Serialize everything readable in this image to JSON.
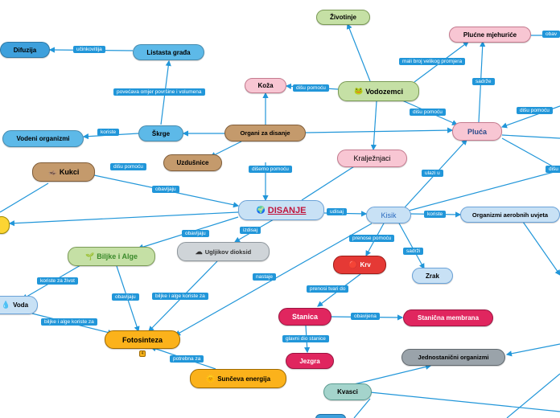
{
  "nodes": {
    "disanje": {
      "label": "DISANJE",
      "icon": "globe-icon"
    },
    "organi": {
      "label": "Organi za disanje"
    },
    "uzdusnice": {
      "label": "Uzdušnice"
    },
    "kukci": {
      "label": "Kukci",
      "icon": "insect-icon"
    },
    "skrge": {
      "label": "Škrge"
    },
    "vodeni": {
      "label": "Vodeni organizmi"
    },
    "listasta": {
      "label": "Listasta građa"
    },
    "difuzija": {
      "label": "Difuzija"
    },
    "koza": {
      "label": "Koža"
    },
    "vodozemci": {
      "label": "Vodozemci",
      "icon": "frog-icon"
    },
    "zivotinje": {
      "label": "Životinje"
    },
    "pluca": {
      "label": "Pluća"
    },
    "plucni": {
      "label": "Plućne mjehuriće"
    },
    "kraljeznjaci": {
      "label": "Kralježnjaci"
    },
    "kisik": {
      "label": "Kisik"
    },
    "aerobni": {
      "label": "Organizmi aerobnih uvjeta"
    },
    "zrak": {
      "label": "Zrak"
    },
    "krv": {
      "label": "Krv",
      "icon": "blood-drop-icon"
    },
    "stanica": {
      "label": "Stanica"
    },
    "membrana": {
      "label": "Stanična membrana"
    },
    "jezgra": {
      "label": "Jezgra"
    },
    "ugljikov": {
      "label": "Ugljikov dioksid",
      "icon": "cloud-icon"
    },
    "biljke": {
      "label": "Biljke i Alge",
      "icon": "plant-icon"
    },
    "voda": {
      "label": "Voda",
      "icon": "water-drop-icon"
    },
    "fotosinteza": {
      "label": "Fotosinteza",
      "badge": "4"
    },
    "suncevo": {
      "label": "Sunčeva energija",
      "icon": "sun-icon"
    },
    "jednostanicni": {
      "label": "Jednostanični organizmi"
    },
    "kvasci": {
      "label": "Kvasci"
    }
  },
  "edge_labels": {
    "ucinkovitija": "učinkovitija",
    "povecava": "povećava omjer površine i volumena",
    "koriste": "koriste",
    "disu_koza": "dišu pomoću",
    "mali_broj": "mali broj velikog promjera",
    "sadrze_pluca": "sadrže",
    "obav_right": "obav",
    "disu_vodozemci": "dišu pomoću",
    "disu_right": "dišu pomoću",
    "disu_right2": "dišu",
    "disu_kukci": "dišu pomoću",
    "disemo": "dišemo pomoću",
    "obavljaju_kukci": "obavljaju",
    "ulazi": "ulazi u",
    "udisaj": "udisaj",
    "koriste_aerobni": "koriste",
    "prenose": "prenose pomoću",
    "sadrzi": "sadrži",
    "izdisaj": "izdisaj",
    "obavljaju_biljke": "obavljaju",
    "koriste_zivot": "koriste za život",
    "obavljaju_foto": "obavljaju",
    "biljke_koriste": "biljke i alge koriste za",
    "nastaje": "nastaje",
    "biljke_koriste2": "biljke i alge koriste za",
    "prenosi": "prenosi tvari do",
    "obavijena": "obavijena",
    "glavni": "glavni dio stanice",
    "potrebna": "potrebna za"
  },
  "colors": {
    "edge": "#2196d9",
    "green_pale": "#c5e0a5",
    "blue_light": "#c8e1f5",
    "blue_mid": "#5db9e8",
    "blue_dark": "#3ea0dc",
    "brown": "#c49a6c",
    "pink_pale": "#f8c6d3",
    "pink_hot": "#e0265f",
    "red": "#e53935",
    "gray": "#cfd4d8",
    "gray_dark": "#9aa3aa",
    "teal": "#a4d4cc",
    "orange": "#fbb21b",
    "yellow": "#fcd533"
  }
}
